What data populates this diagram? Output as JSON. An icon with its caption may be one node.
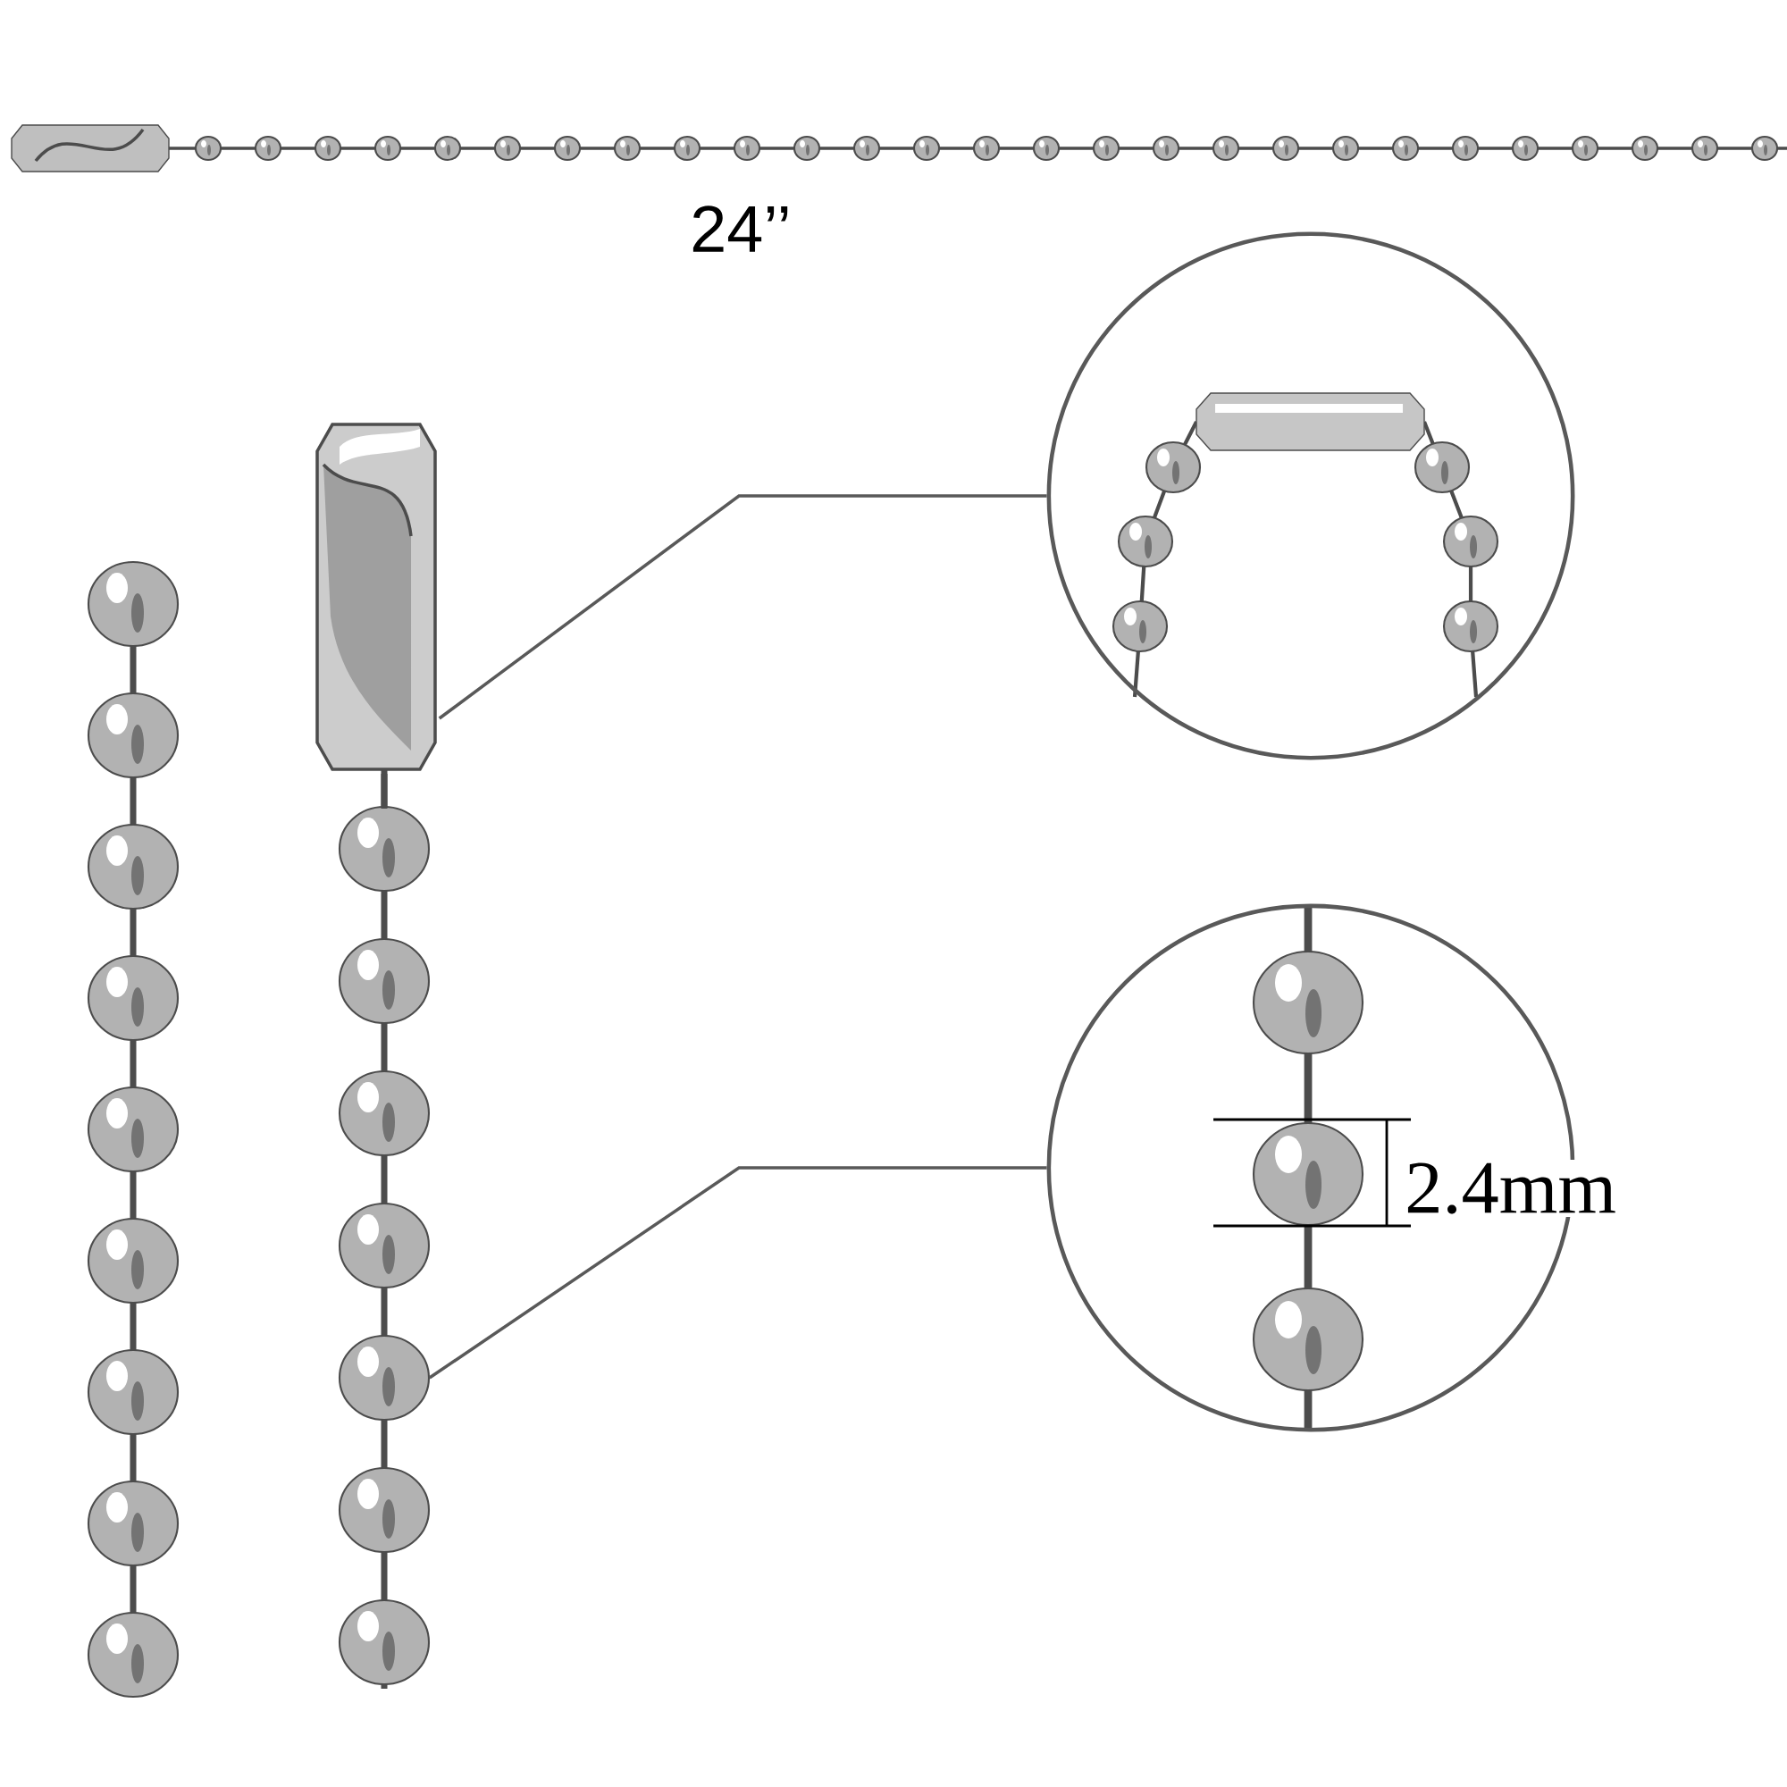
{
  "diagram": {
    "nodes": [
      {
        "text": [],
        "shape": "picture"
      },
      {
        "text": [],
        "shape": "circle"
      },
      {
        "text": [],
        "shape": "circle"
      },
      {
        "text": [],
        "shape": "circle"
      }
    ],
    "edges": [
      {
        "from": 0,
        "to": 1,
        "arrow": "none"
      },
      {
        "from": 2,
        "to": 3,
        "arrow": "none"
      }
    ],
    "labels": [
      "24’’",
      "2.4mm"
    ]
  }
}
